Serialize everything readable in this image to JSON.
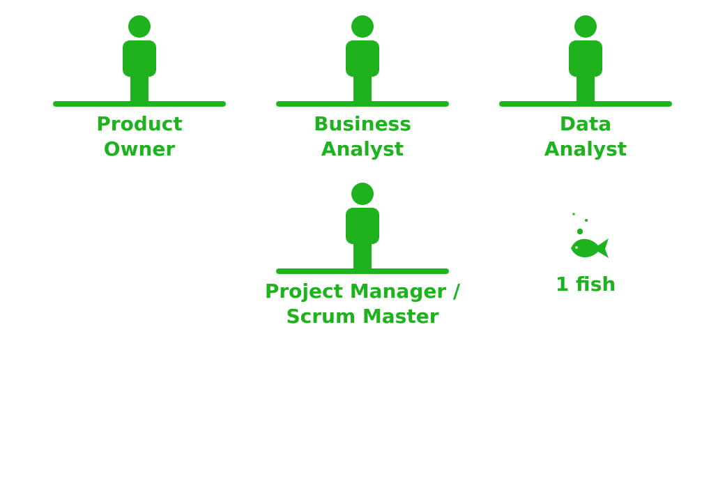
{
  "theme": {
    "accent": "#1eb31e",
    "background": "#ffffff"
  },
  "roles": [
    {
      "line1": "Product",
      "line2": "Owner",
      "icon": "person-icon"
    },
    {
      "line1": "Business",
      "line2": "Analyst",
      "icon": "person-icon"
    },
    {
      "line1": "Data",
      "line2": "Analyst",
      "icon": "person-icon"
    },
    {
      "line1": "Project Manager /",
      "line2": "Scrum Master",
      "icon": "person-icon"
    }
  ],
  "fish": {
    "label": "1 fish",
    "icon": "fish-icon"
  }
}
